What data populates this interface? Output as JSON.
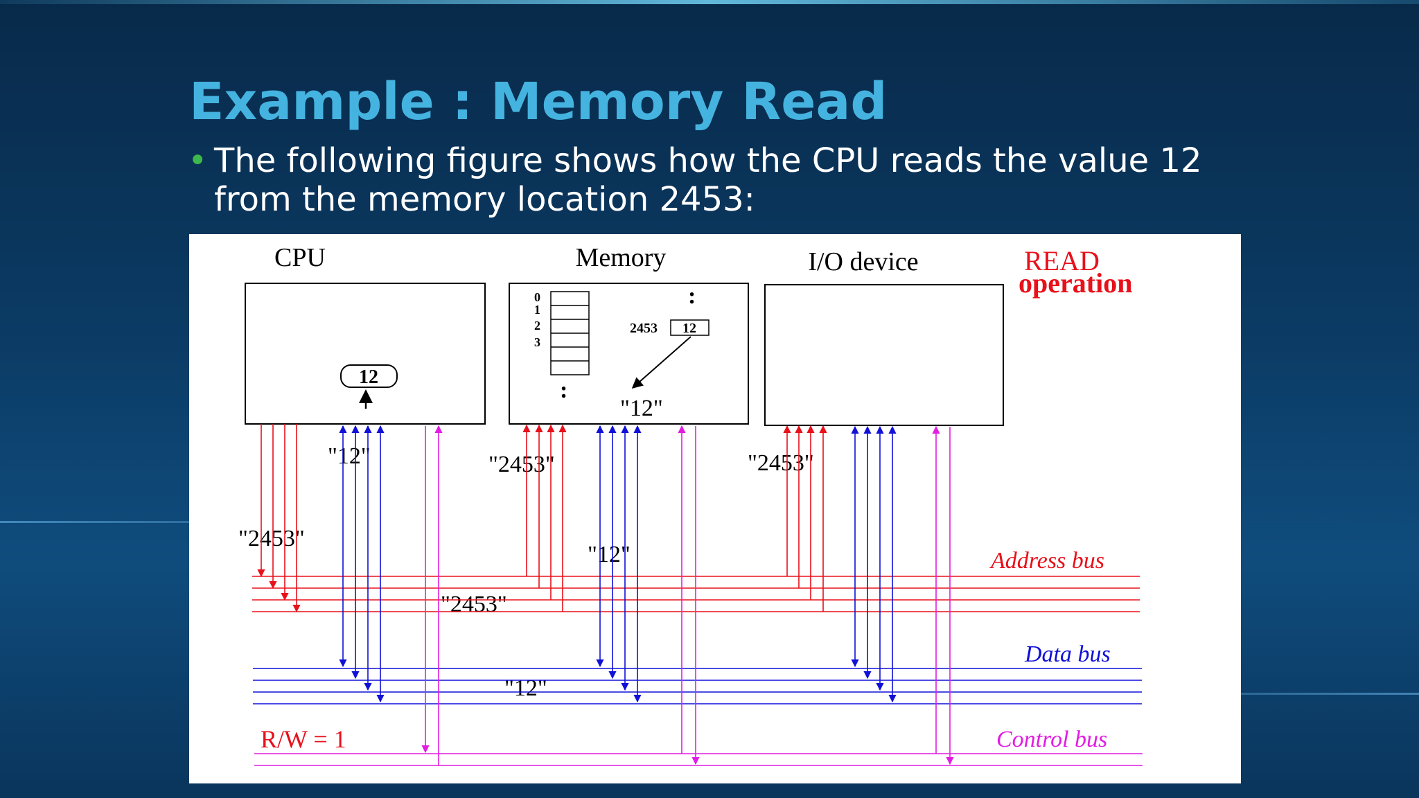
{
  "slide": {
    "title": "Example : Memory Read",
    "bullet": "The following figure shows how the CPU reads the value 12 from the memory location 2453:"
  },
  "diagram": {
    "cpu_label": "CPU",
    "memory_label": "Memory",
    "io_label": "I/O device",
    "read_label_line1": "READ",
    "read_label_line2": "operation",
    "cpu_register_value": "12",
    "memory_addresses": [
      "0",
      "1",
      "2",
      "3"
    ],
    "memory_dots": ":",
    "memory_dots_bottom": ":",
    "target_address": "2453",
    "target_value": "12",
    "memory_value_quote": "\"12\"",
    "cpu_data_quote": "\"12\"",
    "memory_addr_quote": "\"2453\"",
    "io_addr_quote": "\"2453\"",
    "cpu_addr_quote": "\"2453\"",
    "memory_data_quote": "\"12\"",
    "address_bus_quote": "\"2453\"",
    "data_bus_quote": "\"12\"",
    "address_bus_label": "Address bus",
    "data_bus_label": "Data bus",
    "control_bus_label": "Control bus",
    "rw_label": "R/W = 1",
    "colors": {
      "address": "#e8101a",
      "data": "#1010d8",
      "control": "#e21ce2",
      "text": "#000000"
    }
  }
}
